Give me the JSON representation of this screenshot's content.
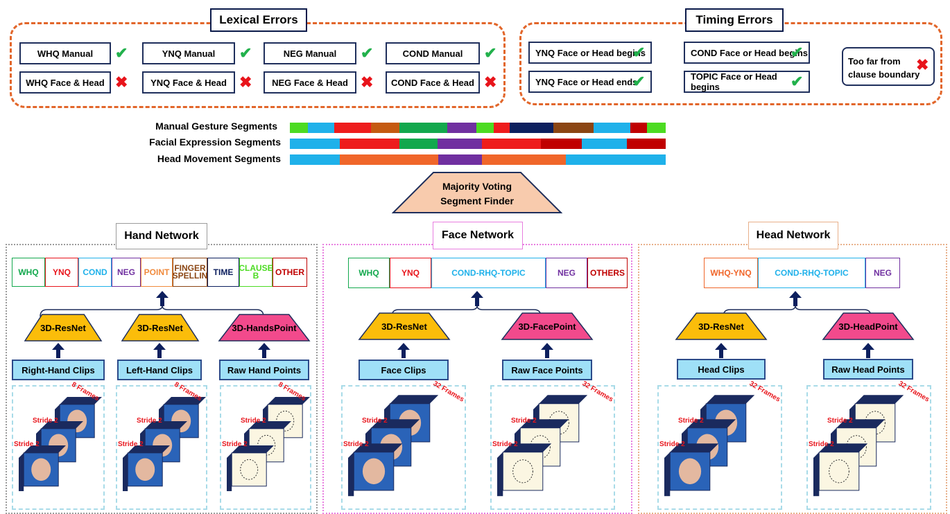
{
  "lexical_errors": {
    "title": "Lexical Errors",
    "items": [
      {
        "label": "WHQ Manual",
        "mark": "✔",
        "ok": true
      },
      {
        "label": "YNQ Manual",
        "mark": "✔",
        "ok": true
      },
      {
        "label": "NEG Manual",
        "mark": "✔",
        "ok": true
      },
      {
        "label": "COND Manual",
        "mark": "✔",
        "ok": true
      },
      {
        "label": "WHQ Face & Head",
        "mark": "✖",
        "ok": false
      },
      {
        "label": "YNQ Face & Head",
        "mark": "✖",
        "ok": false
      },
      {
        "label": "NEG Face & Head",
        "mark": "✖",
        "ok": false
      },
      {
        "label": "COND Face & Head",
        "mark": "✖",
        "ok": false
      }
    ]
  },
  "timing_errors": {
    "title": "Timing Errors",
    "items": [
      {
        "label": "YNQ Face or Head begins",
        "mark": "✔",
        "ok": true
      },
      {
        "label": "COND Face or Head begins",
        "mark": "✔",
        "ok": true
      },
      {
        "label": "YNQ Face or Head ends",
        "mark": "✔",
        "ok": true
      },
      {
        "label": "TOPIC Face or Head begins",
        "mark": "✔",
        "ok": true
      }
    ],
    "far": {
      "line1": "Too far from",
      "line2": "clause boundary",
      "mark": "✖"
    }
  },
  "segments": {
    "manual_label": "Manual Gesture Segments",
    "facial_label": "Facial Expression Segments",
    "head_label": "Head Movement Segments",
    "manual": [
      {
        "w": 26,
        "c": "#4cdb22"
      },
      {
        "w": 38,
        "c": "#1fb1ea"
      },
      {
        "w": 53,
        "c": "#ee1c1c"
      },
      {
        "w": 41,
        "c": "#c55a11"
      },
      {
        "w": 69,
        "c": "#12a84d"
      },
      {
        "w": 42,
        "c": "#7030a0"
      },
      {
        "w": 25,
        "c": "#4cdb22"
      },
      {
        "w": 23,
        "c": "#ee1c1c"
      },
      {
        "w": 63,
        "c": "#0c1f5e"
      },
      {
        "w": 58,
        "c": "#8b4513"
      },
      {
        "w": 53,
        "c": "#1fb1ea"
      },
      {
        "w": 24,
        "c": "#c00000"
      },
      {
        "w": 27,
        "c": "#4cdb22"
      }
    ],
    "facial": [
      {
        "w": 72,
        "c": "#1fb1ea"
      },
      {
        "w": 86,
        "c": "#ee1c1c"
      },
      {
        "w": 55,
        "c": "#12a84d"
      },
      {
        "w": 64,
        "c": "#7030a0"
      },
      {
        "w": 85,
        "c": "#ee1c1c"
      },
      {
        "w": 59,
        "c": "#c00000"
      },
      {
        "w": 65,
        "c": "#1fb1ea"
      },
      {
        "w": 56,
        "c": "#c00000"
      }
    ],
    "head": [
      {
        "w": 72,
        "c": "#1fb1ea"
      },
      {
        "w": 142,
        "c": "#f0662a"
      },
      {
        "w": 63,
        "c": "#7030a0"
      },
      {
        "w": 121,
        "c": "#f0662a"
      },
      {
        "w": 144,
        "c": "#1fb1ea"
      }
    ]
  },
  "majority": {
    "line1": "Majority Voting",
    "line2": "Segment Finder"
  },
  "hand": {
    "title": "Hand Network",
    "labels": [
      {
        "t": "WHQ",
        "c": "#12a84d"
      },
      {
        "t": "YNQ",
        "c": "#e8141b"
      },
      {
        "t": "COND",
        "c": "#1fb1ea"
      },
      {
        "t": "NEG",
        "c": "#7030a0"
      },
      {
        "t": "POINT",
        "c": "#f08a3c"
      },
      {
        "t": "FINGER SPELLIN",
        "c": "#8b4513"
      },
      {
        "t": "TIME",
        "c": "#0c1f5e"
      },
      {
        "t": "CLAUSE B",
        "c": "#4cdb22"
      },
      {
        "t": "OTHER",
        "c": "#c00000"
      }
    ],
    "models": [
      "3D-ResNet",
      "3D-ResNet",
      "3D-HandsPoint"
    ],
    "clips": [
      "Right-Hand Clips",
      "Left-Hand Clips",
      "Raw Hand Points"
    ],
    "frames": "8 Frames",
    "stride": "Stride 2"
  },
  "face": {
    "title": "Face Network",
    "labels": [
      {
        "t": "WHQ",
        "c": "#12a84d"
      },
      {
        "t": "YNQ",
        "c": "#e8141b"
      },
      {
        "t": "COND-RHQ-TOPIC",
        "c": "#1fb1ea"
      },
      {
        "t": "NEG",
        "c": "#7030a0"
      },
      {
        "t": "OTHERS",
        "c": "#c00000"
      }
    ],
    "models": [
      "3D-ResNet",
      "3D-FacePoint"
    ],
    "clips": [
      "Face Clips",
      "Raw Face Points"
    ],
    "frames": "32 Frames",
    "stride": "Stride 2"
  },
  "head": {
    "title": "Head Network",
    "labels": [
      {
        "t": "WHQ-YNQ",
        "c": "#f0662a"
      },
      {
        "t": "COND-RHQ-TOPIC",
        "c": "#1fb1ea"
      },
      {
        "t": "NEG",
        "c": "#7030a0"
      }
    ],
    "models": [
      "3D-ResNet",
      "3D-HeadPoint"
    ],
    "clips": [
      "Head Clips",
      "Raw Head Points"
    ],
    "frames": "32 Frames",
    "stride": "Stride 2"
  },
  "colors": {
    "yellow": "#fbbd0a",
    "pink": "#f24a8c",
    "clip": "#9fe0f7",
    "navy": "#0c1f5e",
    "orange": "#e2662a",
    "peach": "#f8cbad"
  }
}
